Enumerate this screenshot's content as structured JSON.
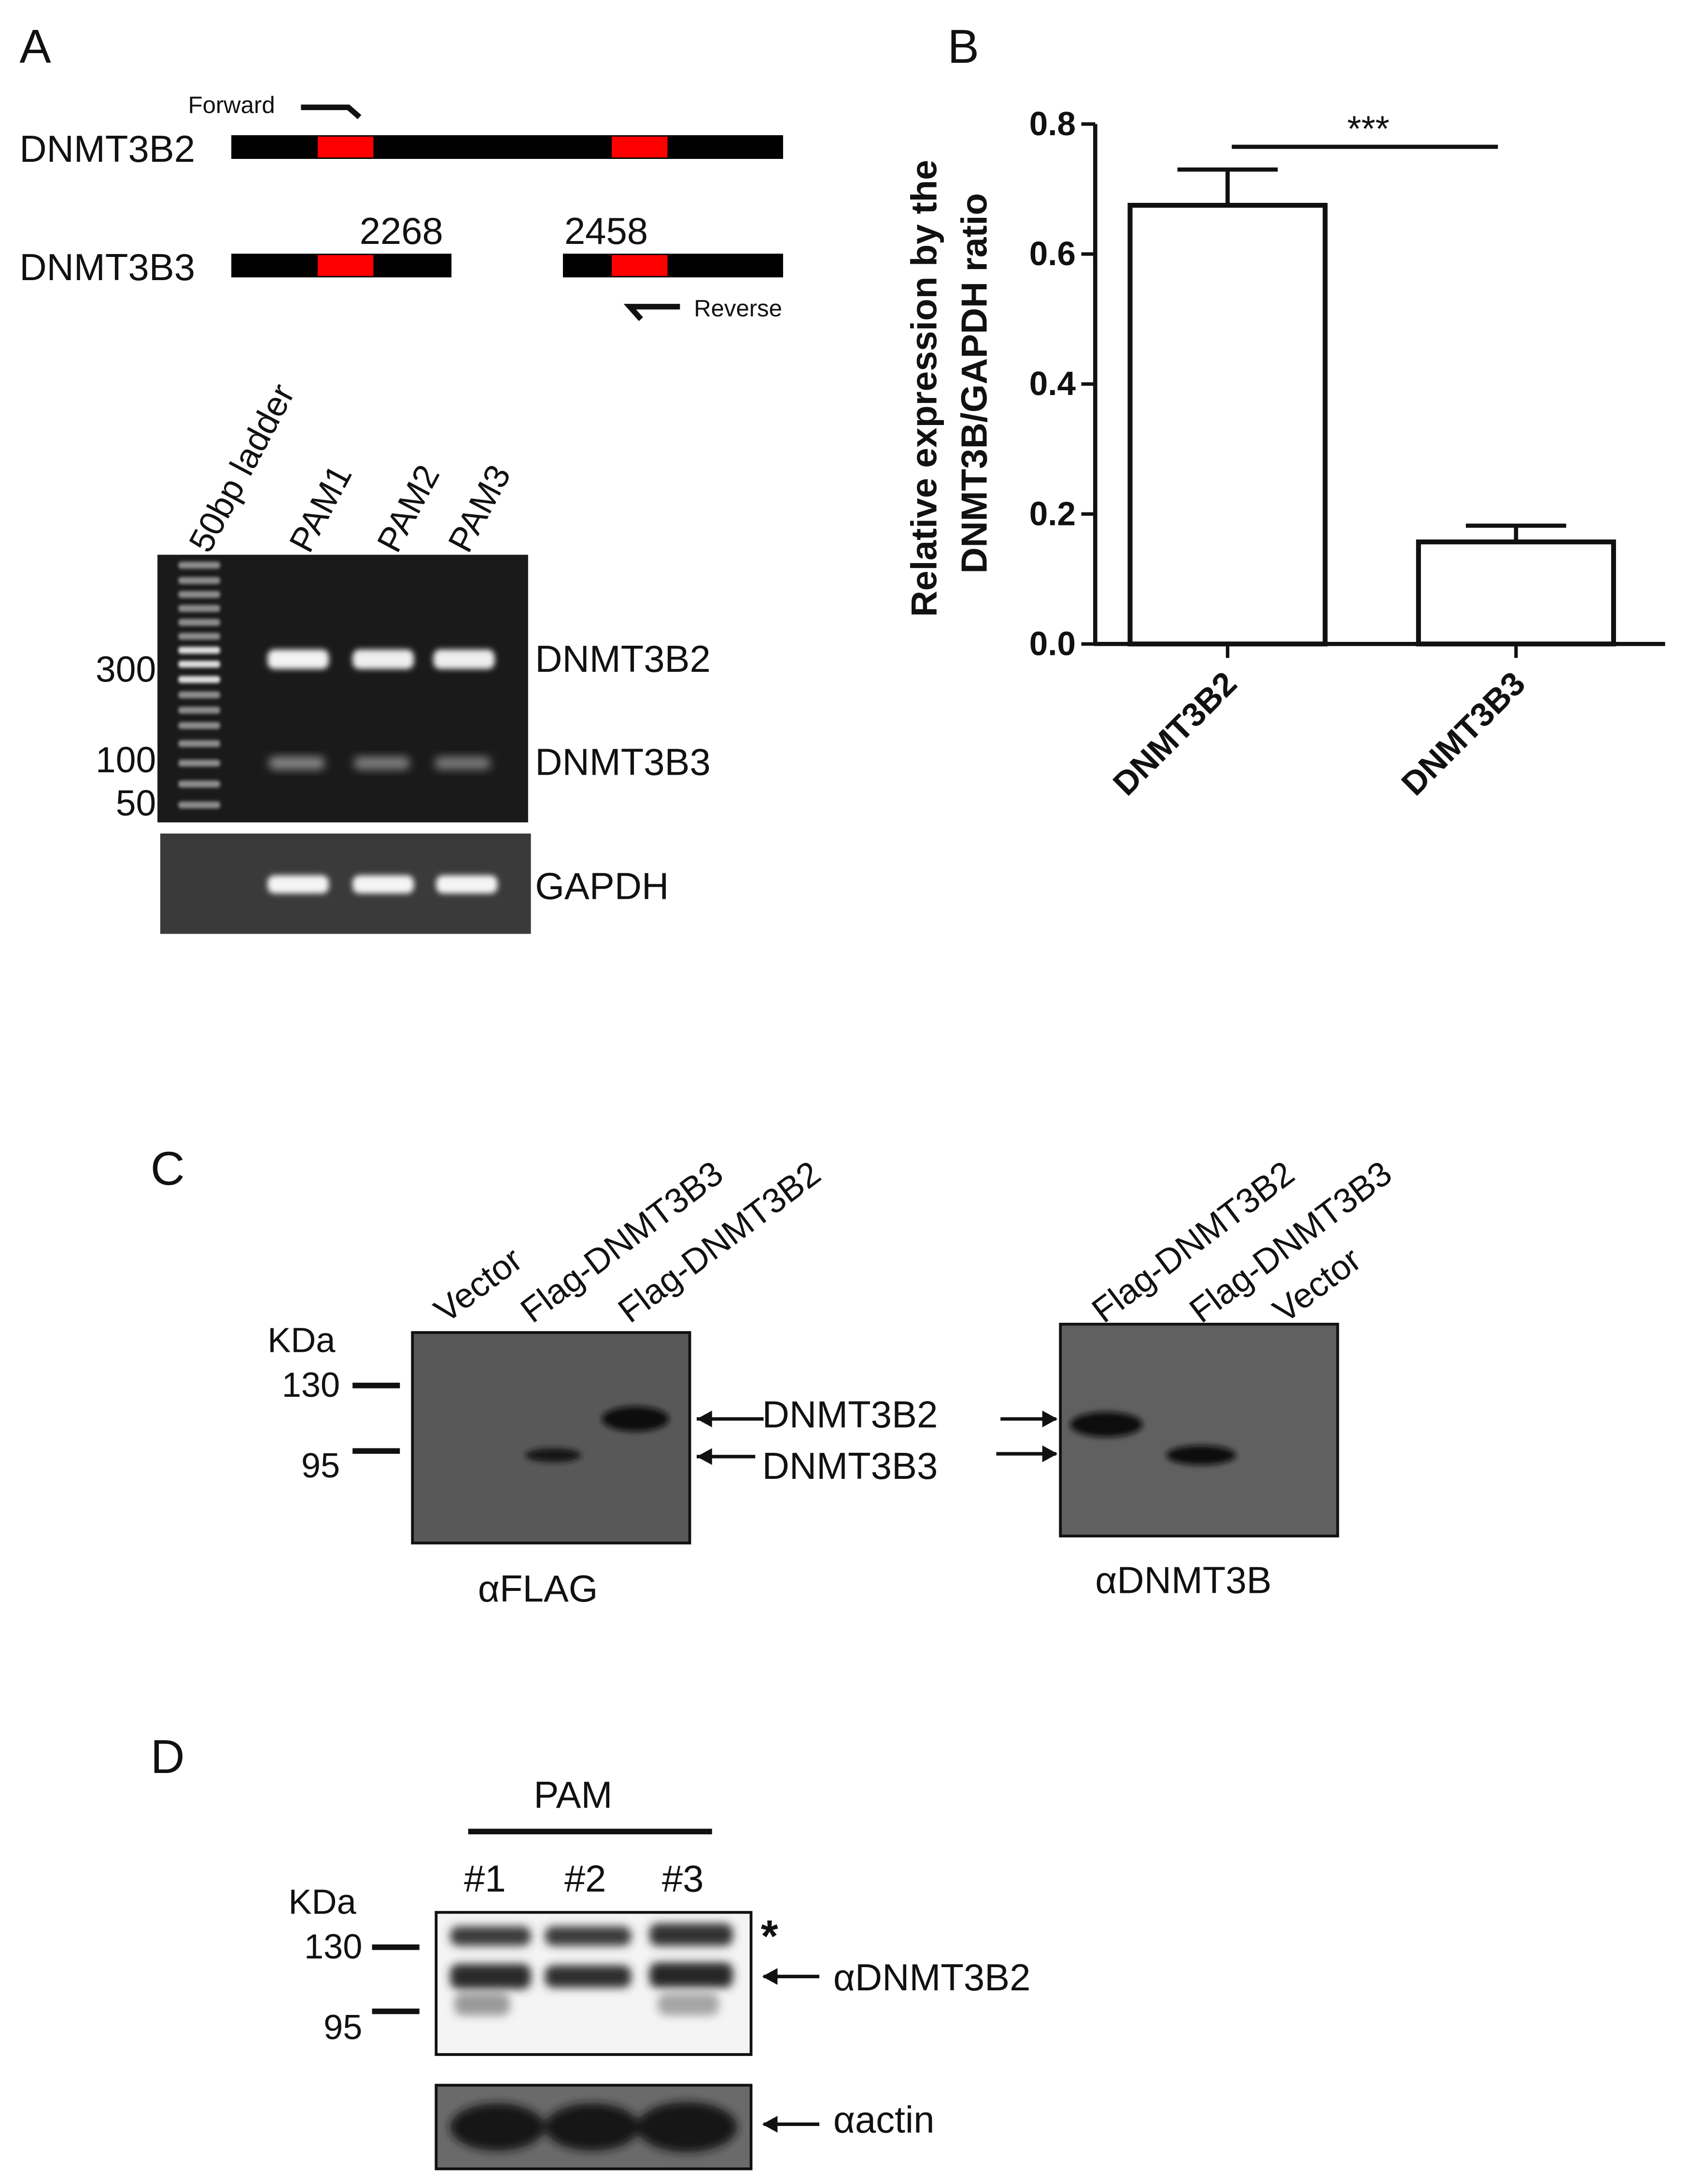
{
  "panel_a": {
    "letter": "A",
    "forward_label": "Forward",
    "reverse_label": "Reverse",
    "isoform_b2": "DNMT3B2",
    "isoform_b3": "DNMT3B3",
    "junction_left": "2268",
    "junction_right": "2458",
    "lane_labels": [
      "50bp ladder",
      "PAM1",
      "PAM2",
      "PAM3"
    ],
    "size_markers": [
      "300",
      "100",
      "50"
    ],
    "band_labels": [
      "DNMT3B2",
      "DNMT3B3",
      "GAPDH"
    ],
    "colors": {
      "exon_highlight": "#ff0000",
      "gel_bg": "#1a1a1a",
      "gapdh_bg": "#3a3a3a"
    }
  },
  "panel_b": {
    "letter": "B",
    "significance": "***",
    "chart_data": {
      "type": "bar",
      "categories": [
        "DNMT3B2",
        "DNMT3B3"
      ],
      "values": [
        0.675,
        0.157
      ],
      "errors": [
        0.055,
        0.025
      ],
      "ylabel": "Relative expression by the\nDNMT3B/GAPDH ratio",
      "yticks": [
        "0.0",
        "0.2",
        "0.4",
        "0.6",
        "0.8"
      ],
      "ylim": [
        0,
        0.8
      ],
      "grid": false
    }
  },
  "panel_c": {
    "letter": "C",
    "kda": "KDa",
    "markers": [
      "130",
      "95"
    ],
    "left_lanes": [
      "Vector",
      "Flag-DNMT3B3",
      "Flag-DNMT3B2"
    ],
    "right_lanes": [
      "Flag-DNMT3B2",
      "Flag-DNMT3B3",
      "Vector"
    ],
    "band_labels": [
      "DNMT3B2",
      "DNMT3B3"
    ],
    "left_antibody": "αFLAG",
    "right_antibody": "αDNMT3B"
  },
  "panel_d": {
    "letter": "D",
    "group": "PAM",
    "lanes": [
      "#1",
      "#2",
      "#3"
    ],
    "kda": "KDa",
    "markers": [
      "130",
      "95"
    ],
    "asterisk": "*",
    "top_antibody": "αDNMT3B2",
    "bottom_antibody": "αactin"
  }
}
